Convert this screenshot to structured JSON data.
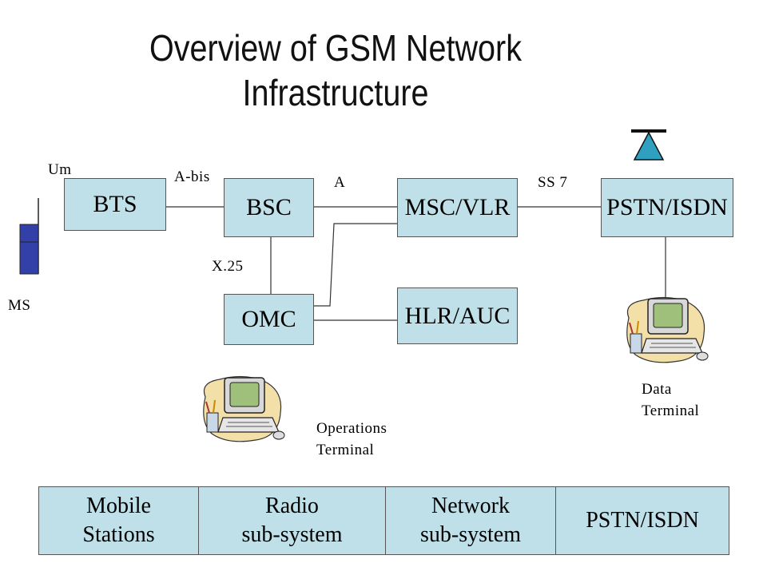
{
  "title": {
    "line1": "Overview of GSM Network",
    "line2": "Infrastructure"
  },
  "nodes": {
    "bts": "BTS",
    "bsc": "BSC",
    "msc": "MSC/VLR",
    "pstn": "PSTN/ISDN",
    "omc": "OMC",
    "hlr": "HLR/AUC"
  },
  "labels": {
    "um": "Um",
    "abis": "A-bis",
    "a": "A",
    "ss7": "SS 7",
    "x25": "X.25",
    "ms": "MS",
    "ops_line1": "Operations",
    "ops_line2": "Terminal",
    "data_line1": "Data",
    "data_line2": "Terminal"
  },
  "bottom_bar": [
    {
      "line1": "Mobile",
      "line2": "Stations"
    },
    {
      "line1": "Radio",
      "line2": "sub-system"
    },
    {
      "line1": "Network",
      "line2": "sub-system"
    },
    {
      "line1": "PSTN/ISDN",
      "line2": ""
    }
  ],
  "colors": {
    "box_fill": "#bfe0e8",
    "box_border": "#555555",
    "phone": "#3340a8",
    "antenna": "#2fa0c0"
  },
  "icons": [
    "mobile-phone-icon",
    "antenna-icon",
    "computer-terminal-icon"
  ]
}
